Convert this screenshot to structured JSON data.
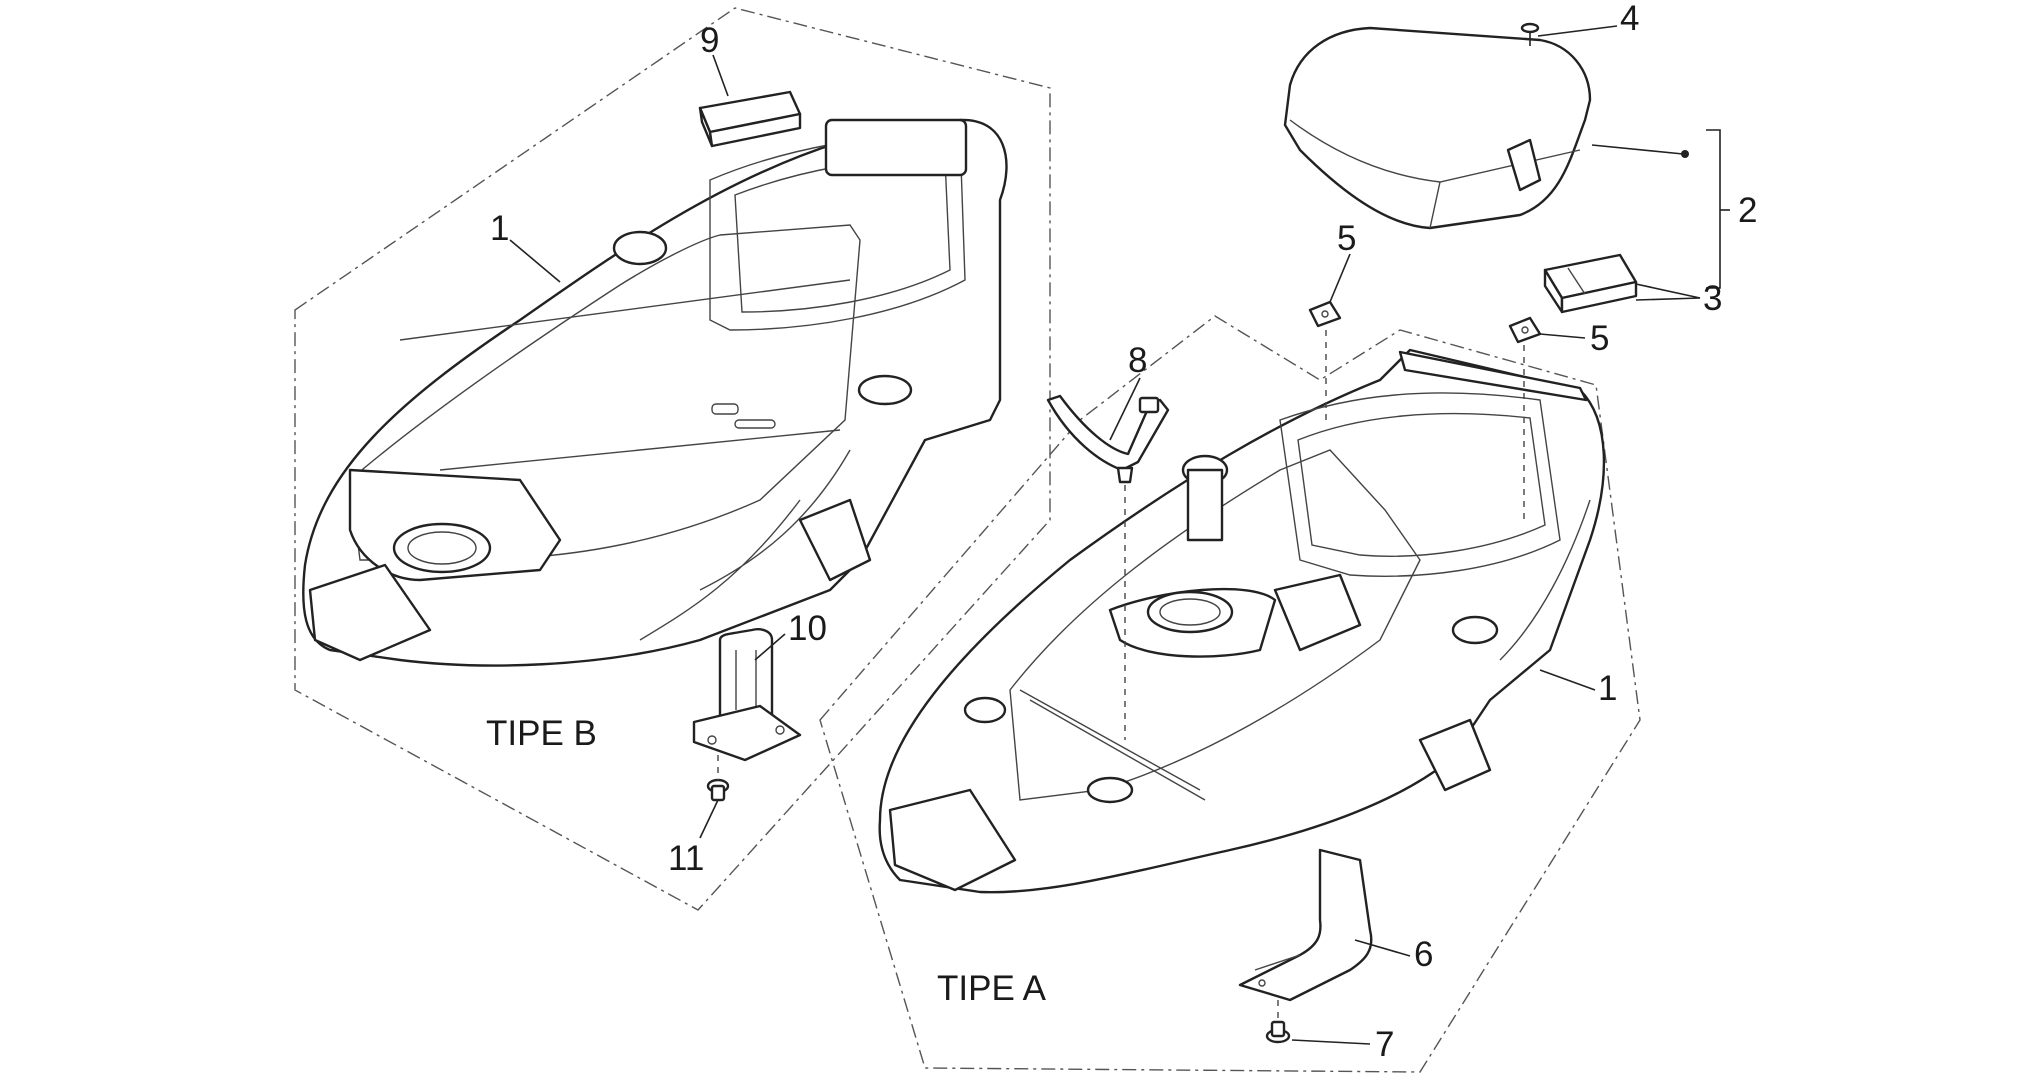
{
  "variants": {
    "tipe_b": "TIPE B",
    "tipe_a": "TIPE A"
  },
  "callouts": {
    "c1_left": "1",
    "c1_right": "1",
    "c2": "2",
    "c3": "3",
    "c4": "4",
    "c5_upper": "5",
    "c5_lower": "5",
    "c6": "6",
    "c7": "7",
    "c8": "8",
    "c9": "9",
    "c10": "10",
    "c11": "11"
  }
}
